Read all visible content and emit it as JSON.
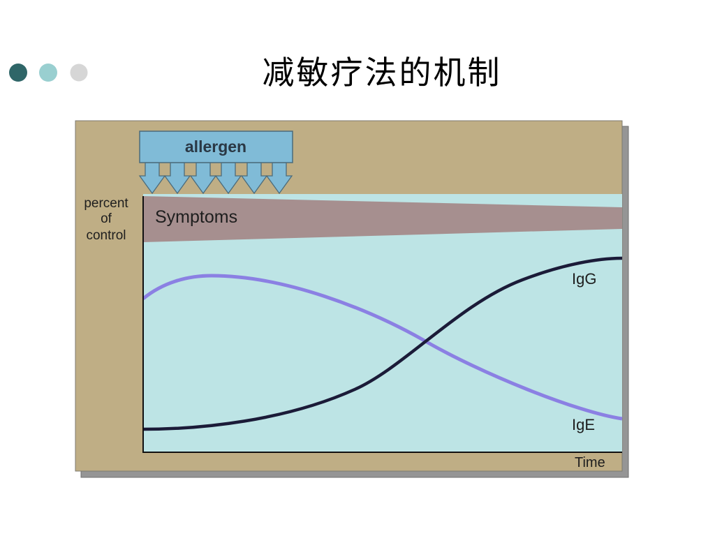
{
  "slide": {
    "title": "减敏疗法的机制",
    "decor_dots": [
      {
        "color": "#2f6668"
      },
      {
        "color": "#99cfd0"
      },
      {
        "color": "#d6d6d6"
      }
    ]
  },
  "figure": {
    "panel_color": "#bfae85",
    "plot_color": "#bde4e5",
    "allergen": {
      "label": "allergen",
      "color": "#80bbd7"
    },
    "symptoms": {
      "label": "Symptoms",
      "color": "#a68f8f"
    },
    "y_axis": {
      "label_lines": [
        "percent",
        "of",
        "control"
      ]
    },
    "x_axis": {
      "label": "Time"
    },
    "curves": {
      "igg": {
        "label": "IgG",
        "color": "#1b1b38"
      },
      "ige": {
        "label": "IgE",
        "color": "#8b80e3"
      }
    }
  }
}
